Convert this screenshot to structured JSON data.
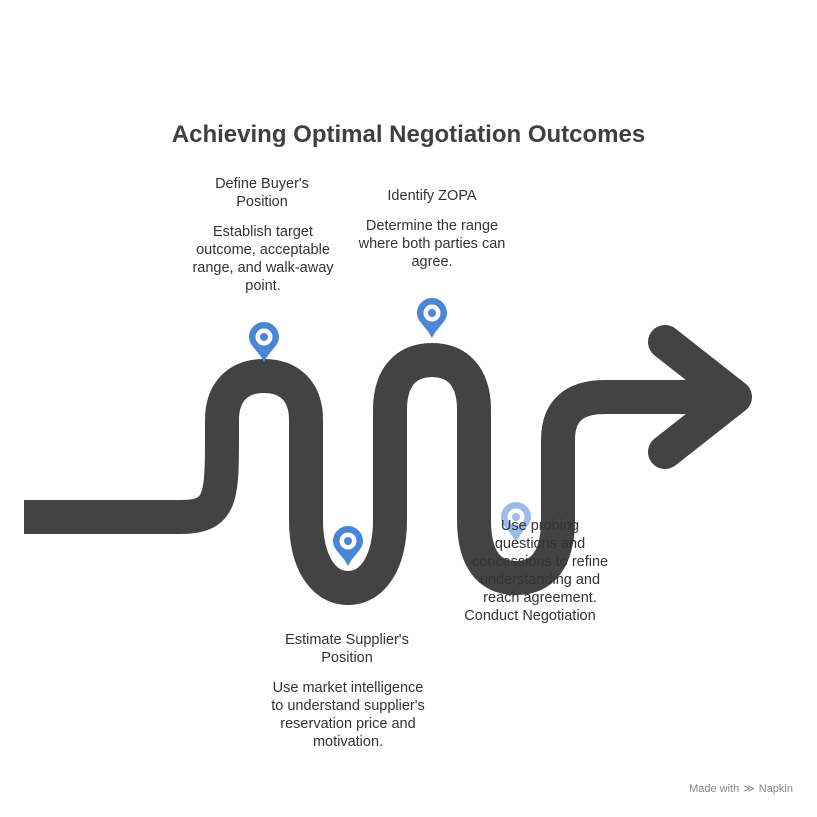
{
  "title": "Achieving Optimal Negotiation Outcomes",
  "steps": [
    {
      "title": "Define Buyer's Position",
      "description": "Establish target outcome, acceptable range, and walk-away point."
    },
    {
      "title": "Estimate Supplier's Position",
      "description": "Use market intelligence to understand supplier's reservation price and motivation."
    },
    {
      "title": "Identify ZOPA",
      "description": "Determine the range where both parties can agree."
    },
    {
      "title": "Conduct Negotiation",
      "description": "Use probing questions and concessions to refine understanding and reach agreement."
    }
  ],
  "watermark": {
    "prefix": "Made with",
    "brand": "Napkin"
  },
  "colors": {
    "road": "#434343",
    "pin": "#4a86d8",
    "pin_faded": "#9dbfee",
    "title": "#404040",
    "text": "#333333"
  },
  "icons": {
    "marker": "map-pin-icon",
    "watermark_logo": "napkin-logo-icon"
  }
}
